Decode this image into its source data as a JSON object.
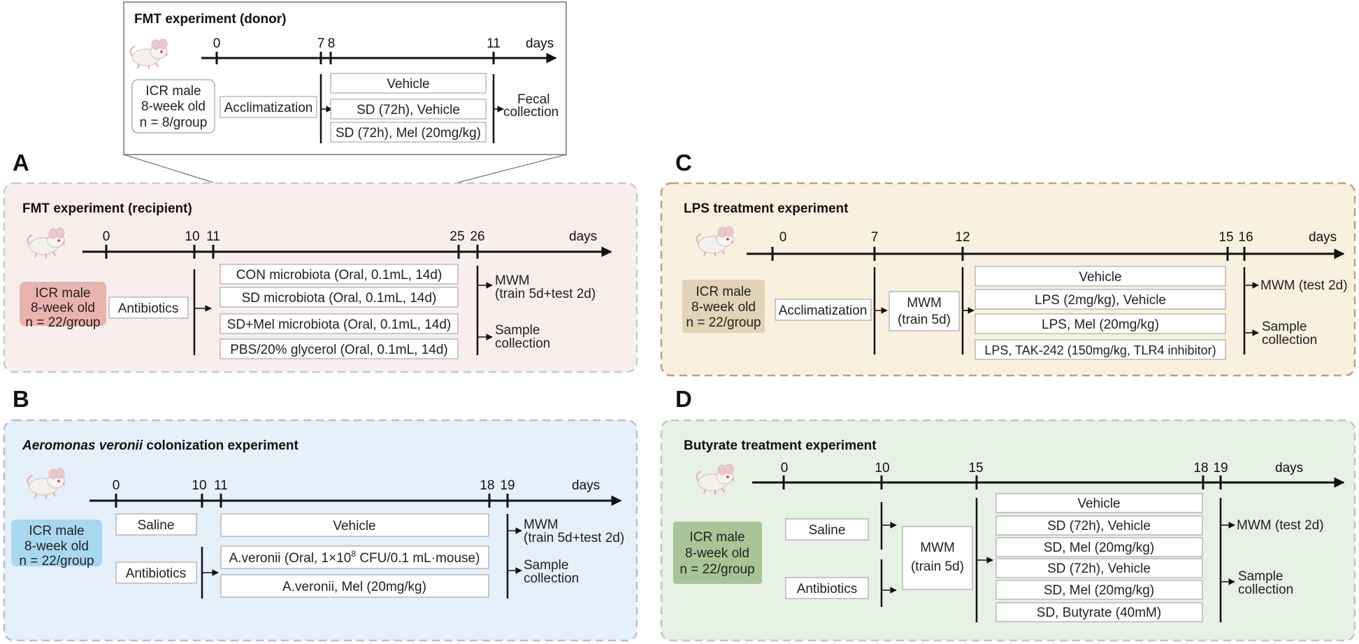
{
  "donor": {
    "title": "FMT experiment (donor)",
    "ticks": [
      "0",
      "7",
      "8",
      "11"
    ],
    "days_label": "days",
    "subject": [
      "ICR male",
      "8-week old",
      "n = 8/group"
    ],
    "phase1": "Acclimatization",
    "groups": [
      "Vehicle",
      "SD (72h), Vehicle",
      "SD (72h), Mel (20mg/kg)"
    ],
    "outcome": [
      "Fecal",
      "collection"
    ]
  },
  "panel_a": {
    "letter": "A",
    "title": "FMT experiment (recipient)",
    "ticks": [
      "0",
      "10",
      "11",
      "25",
      "26"
    ],
    "days_label": "days",
    "subject": [
      "ICR male",
      "8-week old",
      "n = 22/group"
    ],
    "phase1": "Antibiotics",
    "groups": [
      "CON microbiota (Oral, 0.1mL, 14d)",
      "SD microbiota (Oral, 0.1mL, 14d)",
      "SD+Mel microbiota (Oral, 0.1mL, 14d)",
      "PBS/20% glycerol (Oral, 0.1mL, 14d)"
    ],
    "outcome1": [
      "MWM",
      "(train 5d+test 2d)"
    ],
    "outcome2": [
      "Sample",
      "collection"
    ],
    "panel_color": "#f9eeee",
    "border_color": "#c9c9c9",
    "subject_color": "#eab3ad"
  },
  "panel_b": {
    "letter": "B",
    "title_italic": "Aeromonas veronii",
    "title_rest": " colonization experiment",
    "ticks": [
      "0",
      "10",
      "11",
      "18",
      "19"
    ],
    "days_label": "days",
    "subject": [
      "ICR male",
      "8-week old",
      "n = 22/group"
    ],
    "pre1": "Saline",
    "pre2": "Antibiotics",
    "group_vehicle": "Vehicle",
    "group_oral_pre": "A.veronii (Oral, 1×10",
    "group_oral_sup": "8",
    "group_oral_post": " CFU/0.1 mL·mouse)",
    "group_mel": "A.veronii, Mel (20mg/kg)",
    "outcome1": [
      "MWM",
      "(train 5d+test 2d)"
    ],
    "outcome2": [
      "Sample",
      "collection"
    ],
    "panel_color": "#e5f0fa",
    "border_color": "#b4bde6",
    "subject_color": "#a7d8f0"
  },
  "panel_c": {
    "letter": "C",
    "title": "LPS treatment experiment",
    "ticks": [
      "0",
      "7",
      "12",
      "15",
      "16"
    ],
    "days_label": "days",
    "subject": [
      "ICR male",
      "8-week old",
      "n = 22/group"
    ],
    "phase1": "Acclimatization",
    "phase2": [
      "MWM",
      "(train 5d)"
    ],
    "groups": [
      "Vehicle",
      "LPS (2mg/kg), Vehicle",
      "LPS, Mel (20mg/kg)",
      "LPS, TAK-242 (150mg/kg, TLR4 inhibitor)"
    ],
    "outcome1": "MWM (test 2d)",
    "outcome2": [
      "Sample",
      "collection"
    ],
    "panel_color": "#f8f1df",
    "border_color": "#c1a07a",
    "subject_color": "#e3d3b8"
  },
  "panel_d": {
    "letter": "D",
    "title": "Butyrate treatment experiment",
    "ticks": [
      "0",
      "10",
      "15",
      "18",
      "19"
    ],
    "days_label": "days",
    "subject": [
      "ICR male",
      "8-week old",
      "n = 22/group"
    ],
    "pre1": "Saline",
    "pre2": "Antibiotics",
    "phase2": [
      "MWM",
      "(train 5d)"
    ],
    "groups": [
      "Vehicle",
      "SD (72h), Vehicle",
      "SD, Mel (20mg/kg)",
      "SD (72h), Vehicle",
      "SD, Mel (20mg/kg)",
      "SD, Butyrate (40mM)"
    ],
    "outcome1": "MWM (test 2d)",
    "outcome2": [
      "Sample",
      "collection"
    ],
    "panel_color": "#e7f1e5",
    "border_color": "#b5cfb3",
    "subject_color": "#a9c496"
  }
}
